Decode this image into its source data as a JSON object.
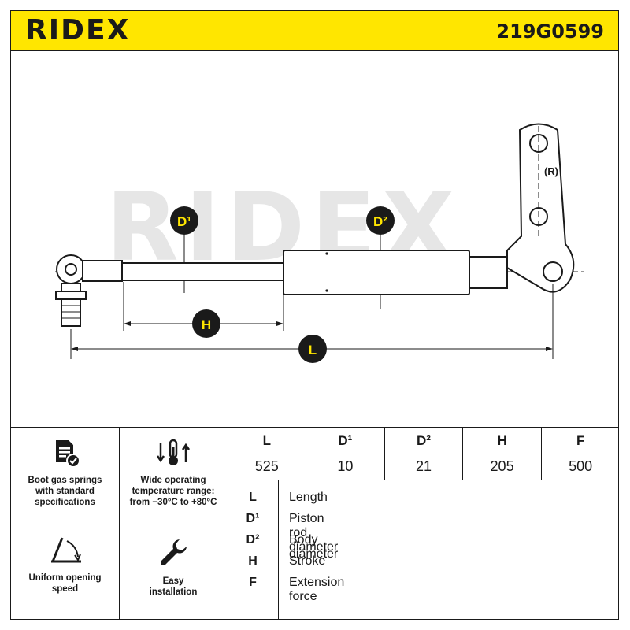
{
  "header": {
    "brand": "RIDEX",
    "part_number": "219G0599"
  },
  "drawing": {
    "watermark": "RIDEX",
    "label_d1": "D¹",
    "label_d2": "D²",
    "label_h": "H",
    "label_l": "L",
    "side_mark": "(R)",
    "accent_color": "#ffe600",
    "line_color": "#1a1a1a"
  },
  "features": [
    {
      "icon": "document-check-icon",
      "text": "Boot gas springs\nwith standard\nspecifications"
    },
    {
      "icon": "thermometer-icon",
      "text": "Wide operating\ntemperature range:\nfrom −30°C to +80°C"
    },
    {
      "icon": "opening-angle-icon",
      "text": "Uniform opening\nspeed"
    },
    {
      "icon": "wrench-icon",
      "text": "Easy\ninstallation"
    }
  ],
  "spec_table": {
    "headers": [
      "L",
      "D¹",
      "D²",
      "H",
      "F"
    ],
    "values": [
      "525",
      "10",
      "21",
      "205",
      "500"
    ]
  },
  "legend": [
    {
      "key": "L",
      "desc": "Length"
    },
    {
      "key": "D¹",
      "desc": "Piston rod diameter"
    },
    {
      "key": "D²",
      "desc": "Body diameter"
    },
    {
      "key": "H",
      "desc": "Stroke"
    },
    {
      "key": "F",
      "desc": "Extension force"
    }
  ]
}
